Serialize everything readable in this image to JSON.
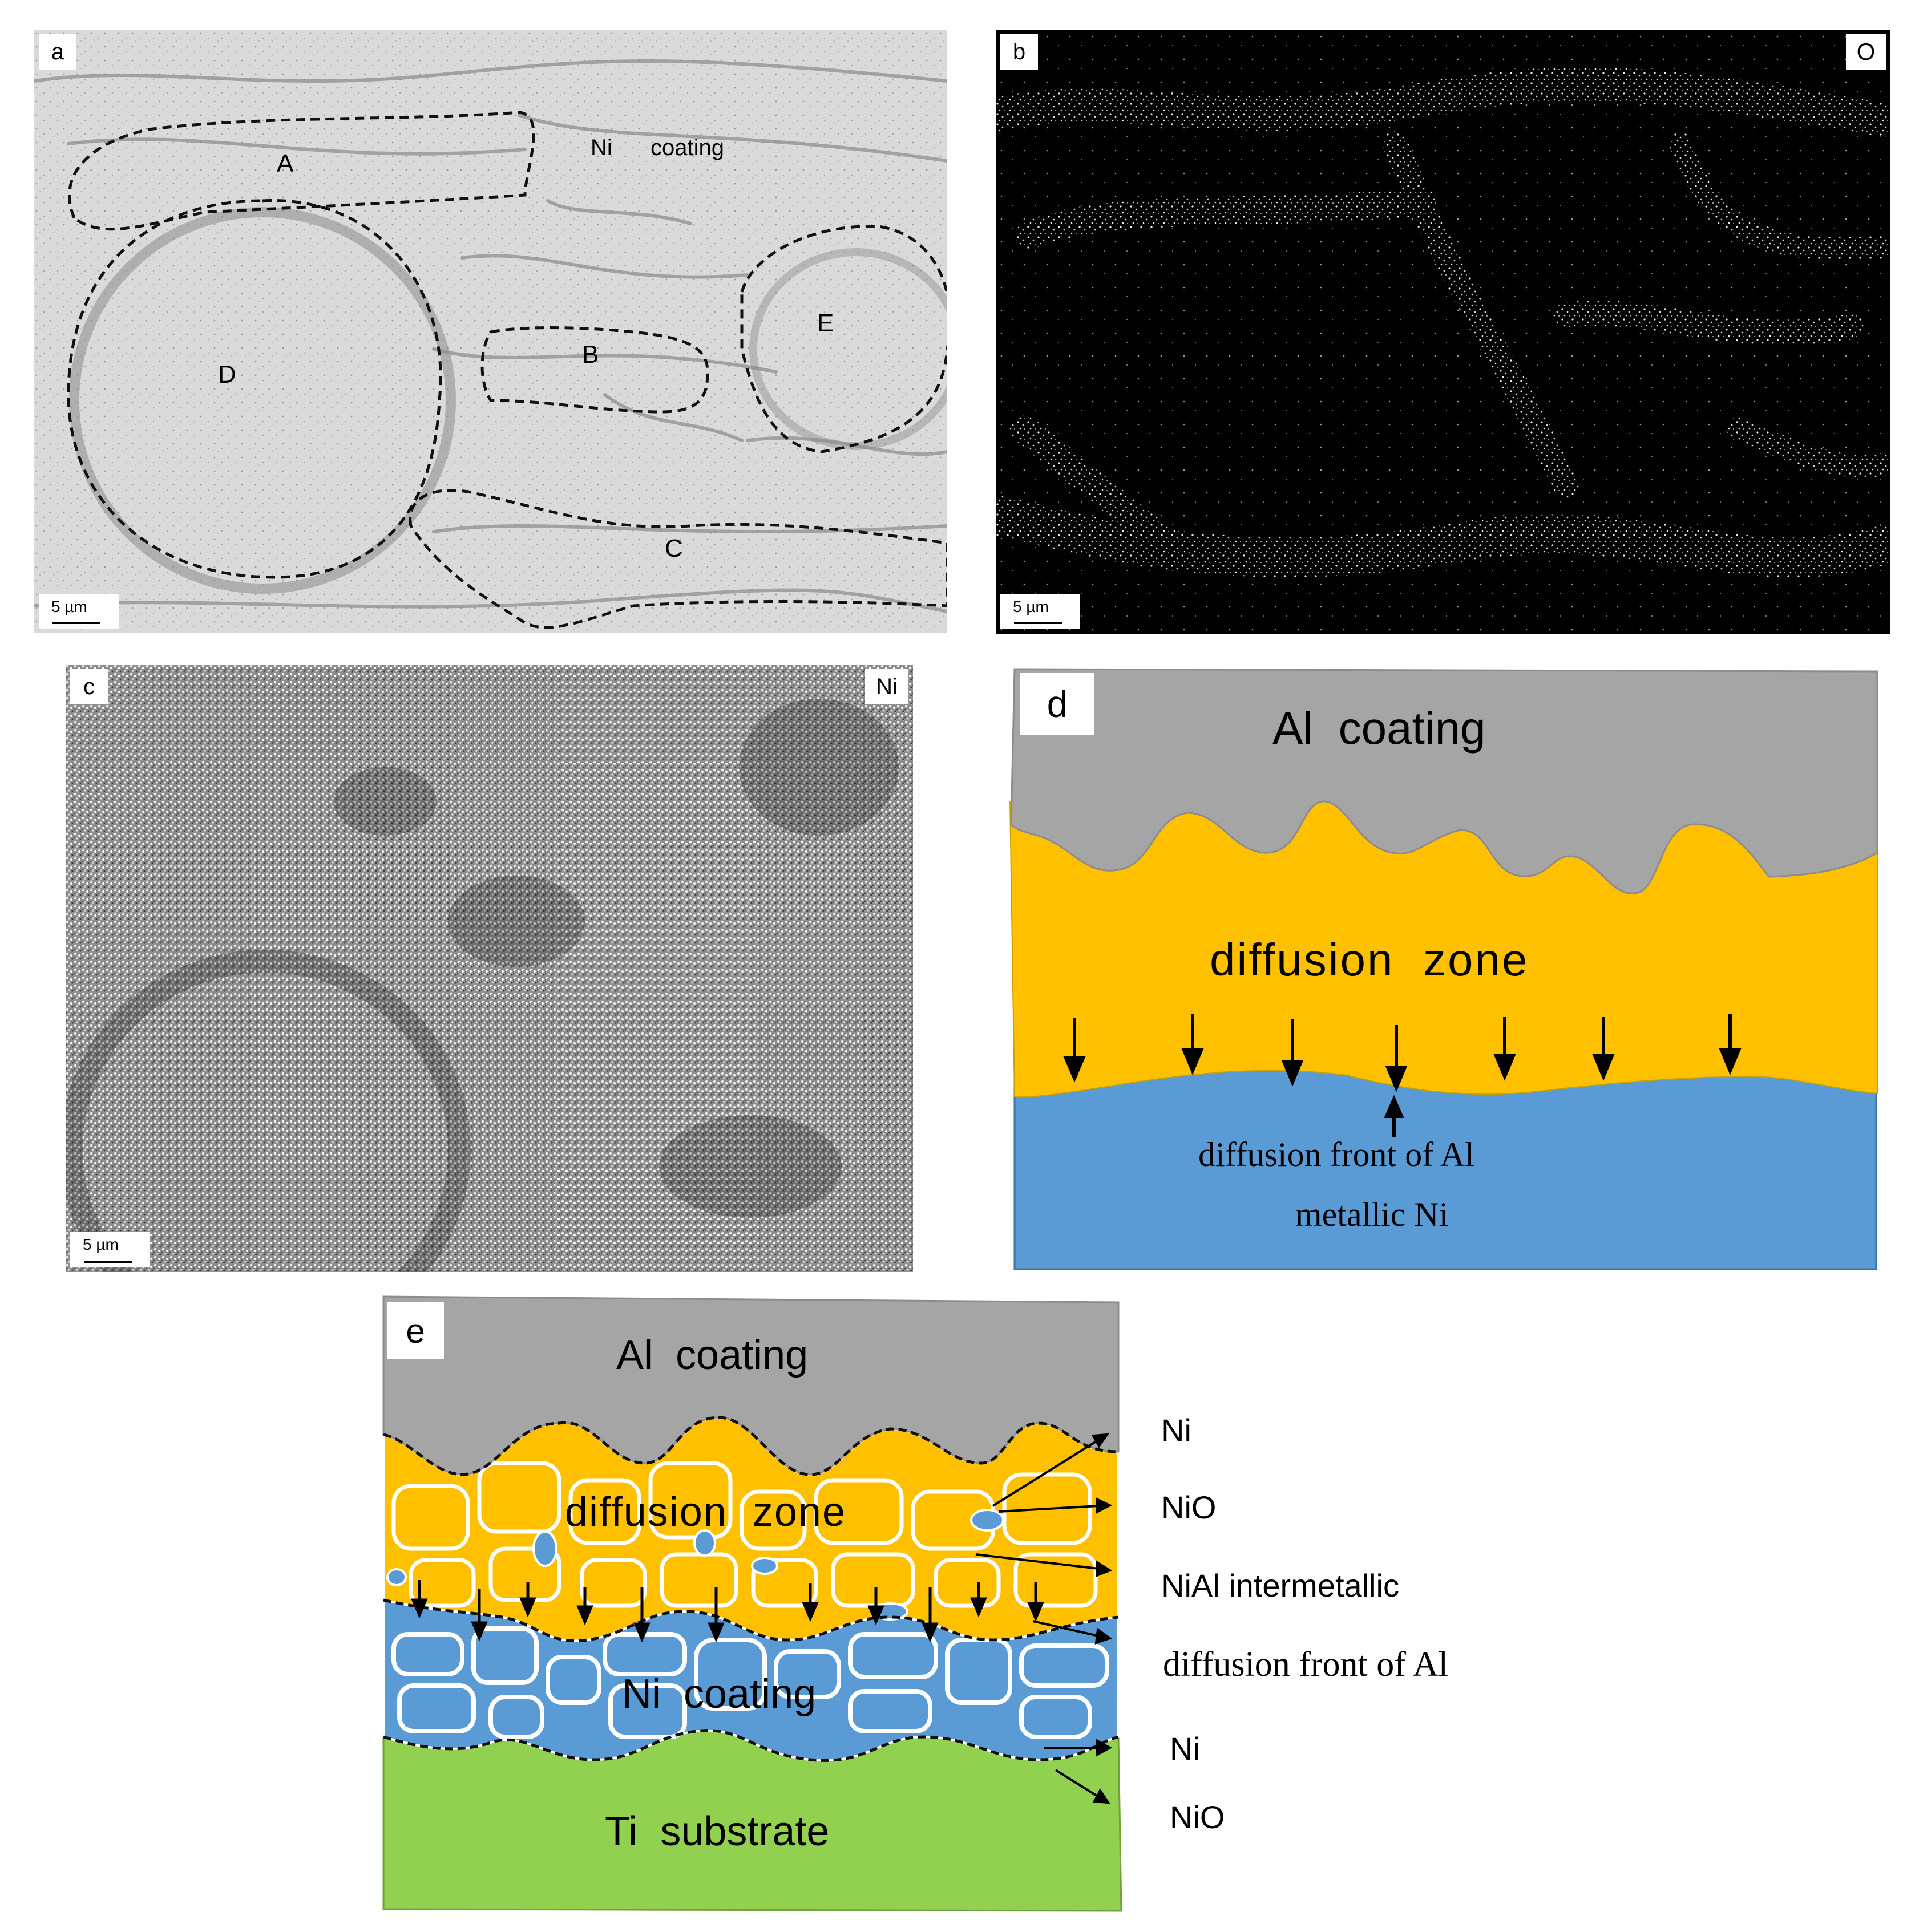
{
  "panel_a": {
    "tag": "a",
    "scale_bar": "5 µm",
    "regions": [
      "A",
      "B",
      "C",
      "D",
      "E"
    ],
    "coating_label": {
      "word1": "Ni",
      "word2": "coating"
    }
  },
  "panel_b": {
    "tag": "b",
    "element": "O",
    "scale_bar": "5 µm"
  },
  "panel_c": {
    "tag": "c",
    "element": "Ni",
    "scale_bar": "5 µm"
  },
  "panel_d": {
    "tag": "d",
    "top_layer": "Al  coating",
    "middle_layer": "diffusion  zone",
    "front_label": "diffusion front of Al",
    "bottom_layer": "metallic Ni",
    "colors": {
      "al": "#a5a5a5",
      "diffusion": "#ffc000",
      "ni": "#5b9bd5"
    }
  },
  "panel_e": {
    "tag": "e",
    "top_layer": "Al  coating",
    "diffusion_layer": "diffusion  zone",
    "ni_layer": "Ni  coating",
    "substrate": "Ti  substrate",
    "callouts": [
      "Ni",
      "NiO",
      "NiAl intermetallic",
      "diffusion front of Al",
      "Ni",
      "NiO"
    ],
    "colors": {
      "al": "#a5a5a5",
      "diffusion": "#ffc000",
      "ni": "#5b9bd5",
      "ti": "#92d050"
    }
  }
}
